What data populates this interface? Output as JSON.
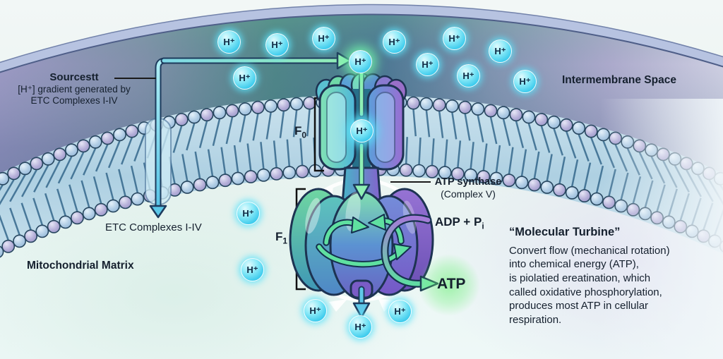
{
  "labels": {
    "hplus": "H⁺",
    "intermembrane_space": "Intermembrane Space",
    "mitochondrial_matrix": "Mitochondrial Matrix",
    "etc_complexes": "ETC Complexes I-IV",
    "f_letter": "F",
    "f0_sub": "0",
    "f1_sub": "1",
    "atp_synthase": "ATP synthase",
    "complex_v": "(Complex V)",
    "adp_base": "ADP + P",
    "adp_sub": "i",
    "atp": "ATP"
  },
  "source_callout": {
    "title": "Sourcestt",
    "line1": "[H⁺] gradient generated by",
    "line2": "ETC Complexes I-IV"
  },
  "turbine_callout": {
    "title": "“Molecular Turbine”",
    "lines": [
      "Convert flow (mechanical rotation)",
      "into chemical energy (ATP),",
      "is piolatied ereatination, which",
      "called oxidative phosphorylation,",
      "produces most ATP in cellular",
      "respiration."
    ]
  },
  "colors": {
    "ion_cyan": "#49d4f0",
    "arrow_green": "#8feab4",
    "arrow_blue": "#5bc8e8",
    "rotor_purple": "#8a68cc",
    "atp_glow": "#7df08e",
    "membrane_head": "#a9c6e0",
    "text_dark": "#15202e"
  }
}
